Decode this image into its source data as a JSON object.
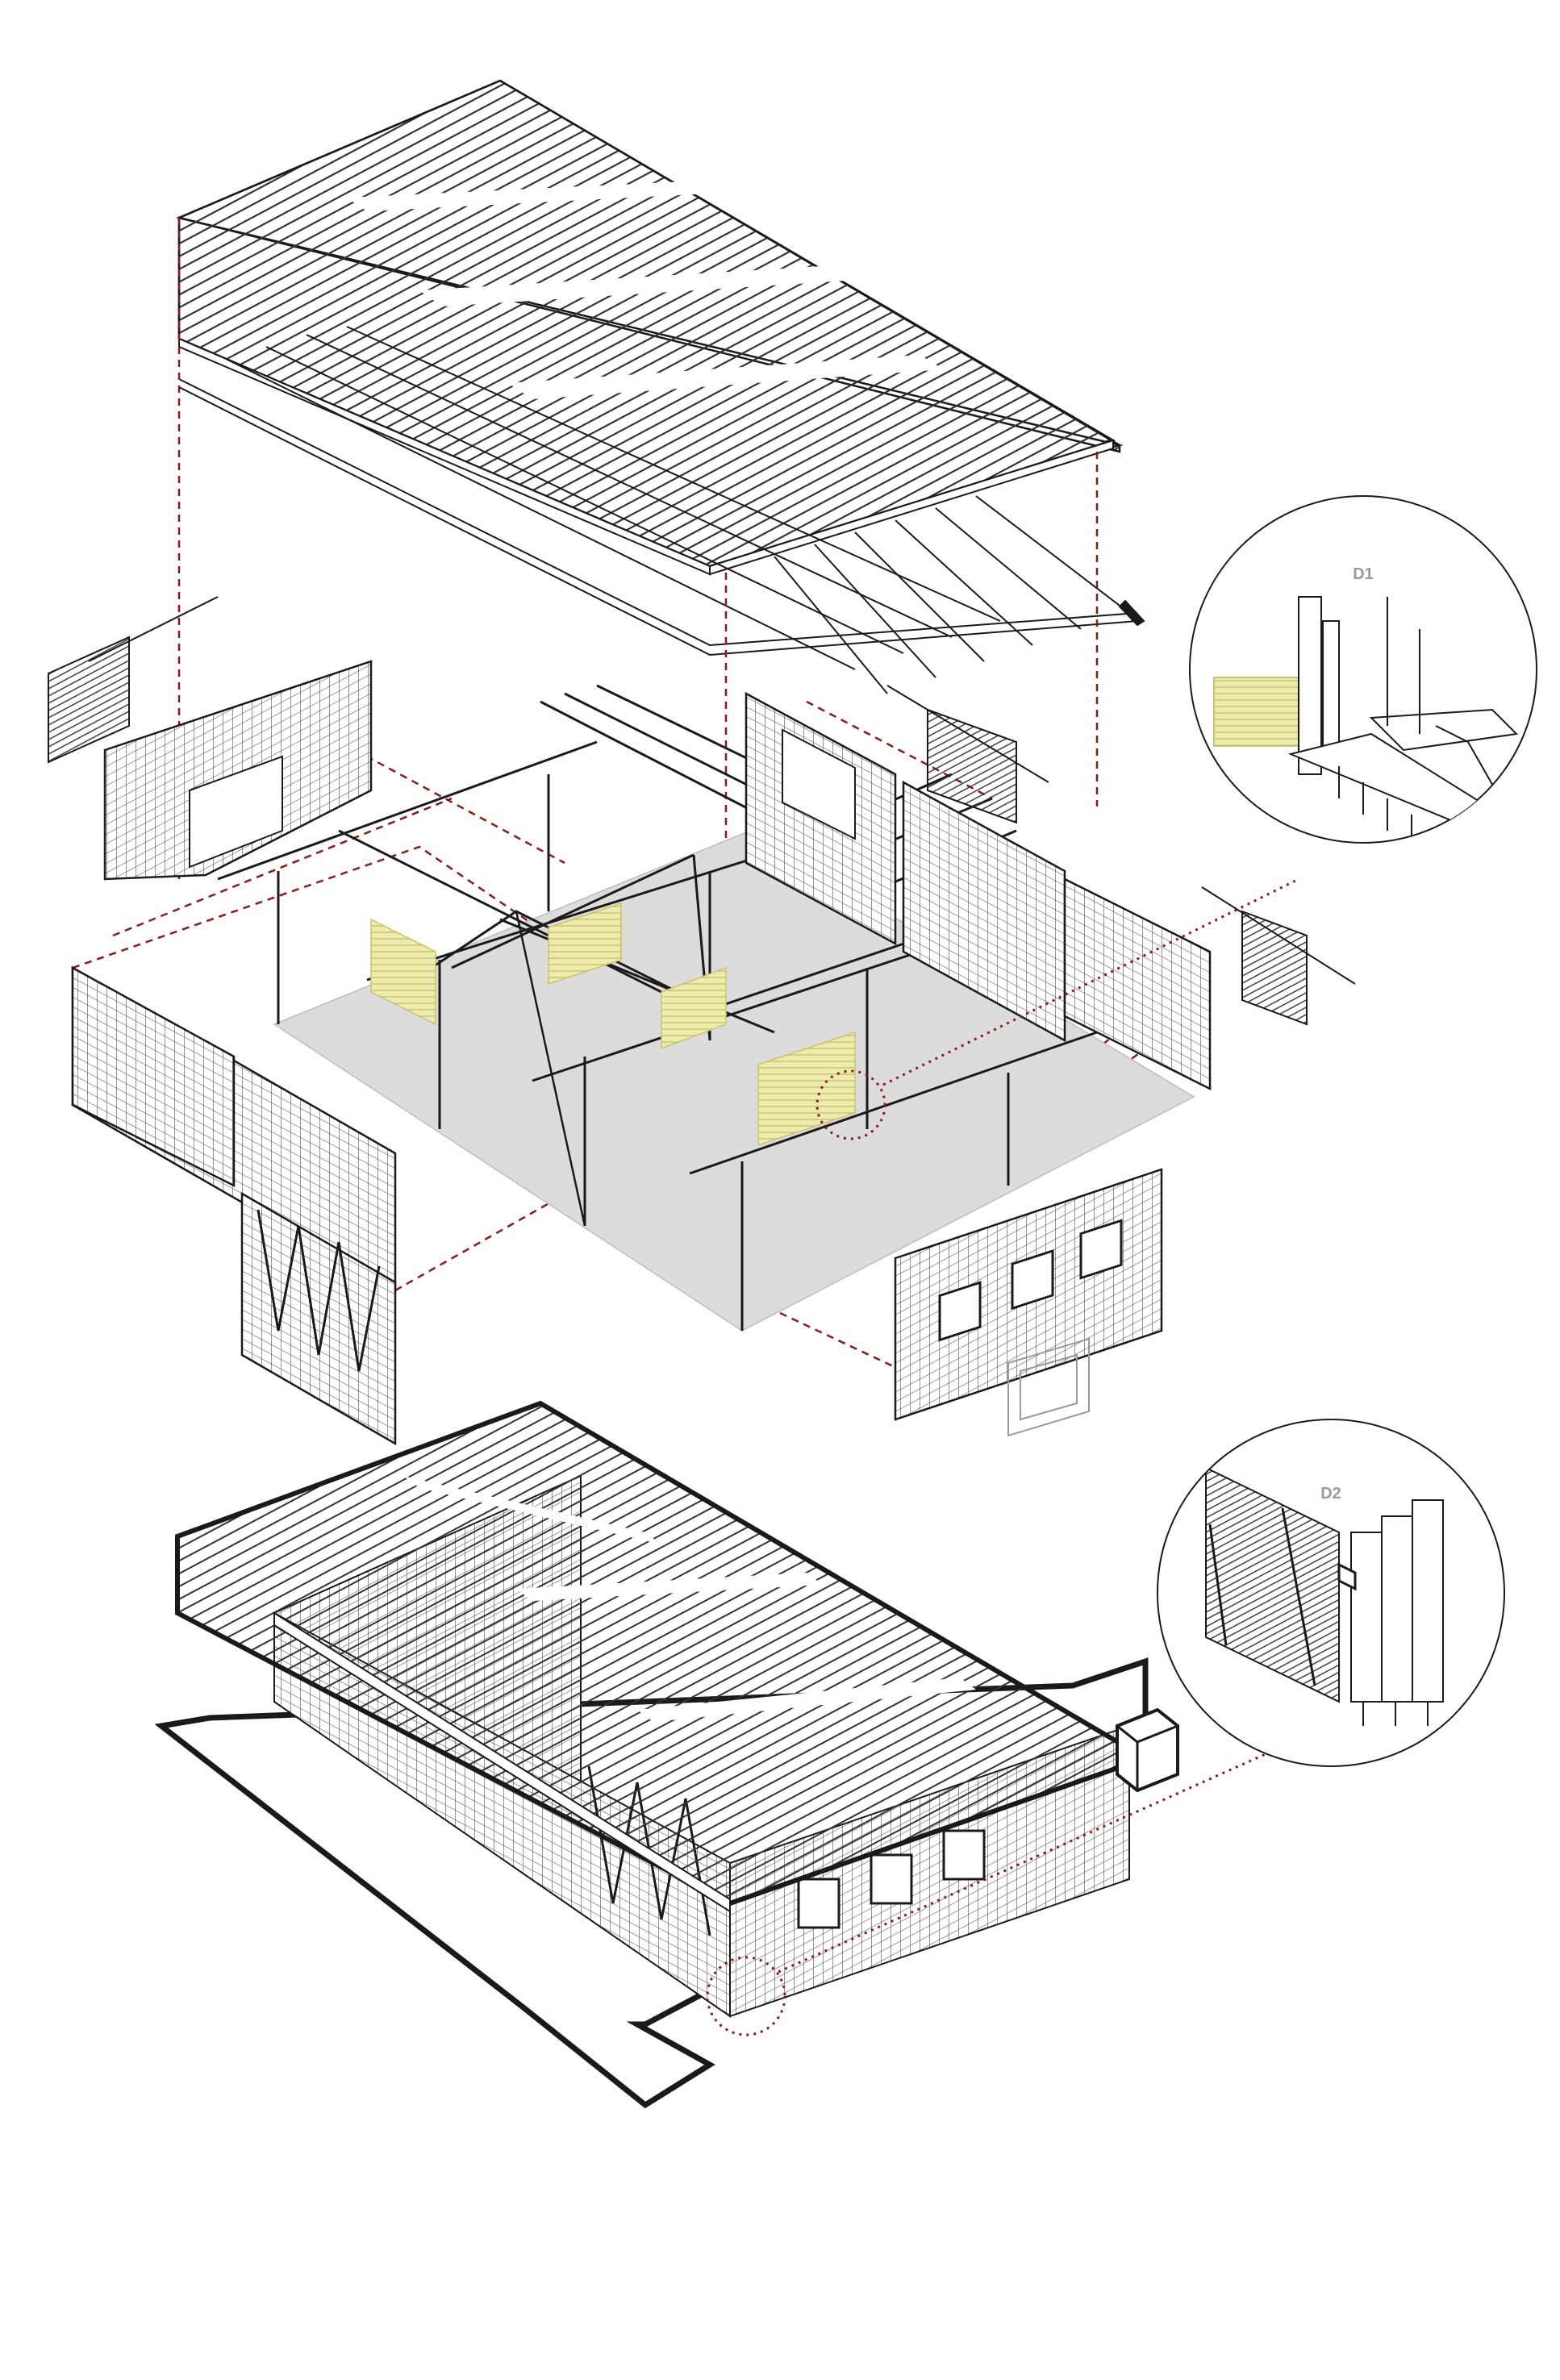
{
  "details": [
    {
      "id": "d1",
      "label": "D1"
    },
    {
      "id": "d2",
      "label": "D2"
    }
  ],
  "colors": {
    "line": "#1a1a1a",
    "dashed": "#8b1a1a",
    "floor": "#dcdcdc",
    "accent_panel": "#ecebb0",
    "detail_text": "#9a9a9a"
  }
}
